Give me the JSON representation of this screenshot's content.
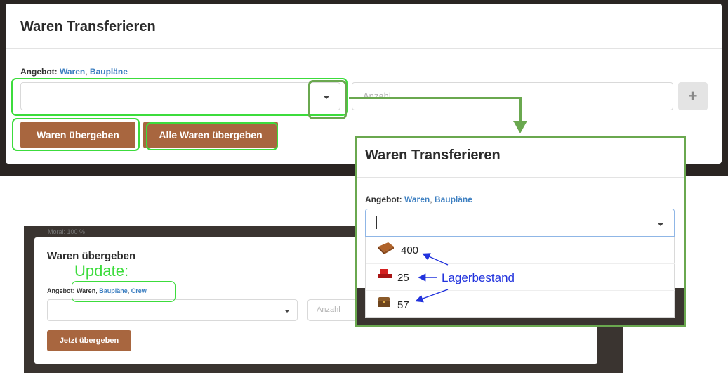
{
  "top_modal": {
    "title": "Waren Transferieren",
    "angebot_label": "Angebot:",
    "angebot_link_waren": "Waren",
    "separator": ",",
    "angebot_link_bauplaene": "Baupläne",
    "anzahl_placeholder": "Anzahl",
    "plus_label": "+",
    "transfer_button": "Waren übergeben",
    "transfer_all_button": "Alle Waren übergeben"
  },
  "bottom_modal": {
    "title": "Waren übergeben",
    "angebot_label": "Angebot:",
    "angebot_waren": "Waren",
    "separator1": ",",
    "angebot_link_bauplaene": "Baupläne",
    "separator2": ",",
    "angebot_link_crew": "Crew",
    "anzahl_placeholder": "Anzahl",
    "submit_button": "Jetzt übergeben",
    "bg_status": "Moral: 100 %"
  },
  "zoom_panel": {
    "title": "Waren Transferieren",
    "angebot_label": "Angebot:",
    "angebot_link_waren": "Waren",
    "separator": ",",
    "angebot_link_bauplaene": "Baupläne",
    "items": [
      {
        "icon": "wood-icon",
        "count": "400",
        "color": "#b0632a"
      },
      {
        "icon": "red-ore-icon",
        "count": "25",
        "color": "#d42020"
      },
      {
        "icon": "chest-icon",
        "count": "57",
        "color": "#8a5a2a"
      }
    ]
  },
  "annotations": {
    "update_label": "Update:",
    "lagerbestand_label": "Lagerbestand",
    "highlight_color": "#3cdc3c",
    "frame_color": "#6aa84f",
    "arrow_color": "#2233dd"
  }
}
